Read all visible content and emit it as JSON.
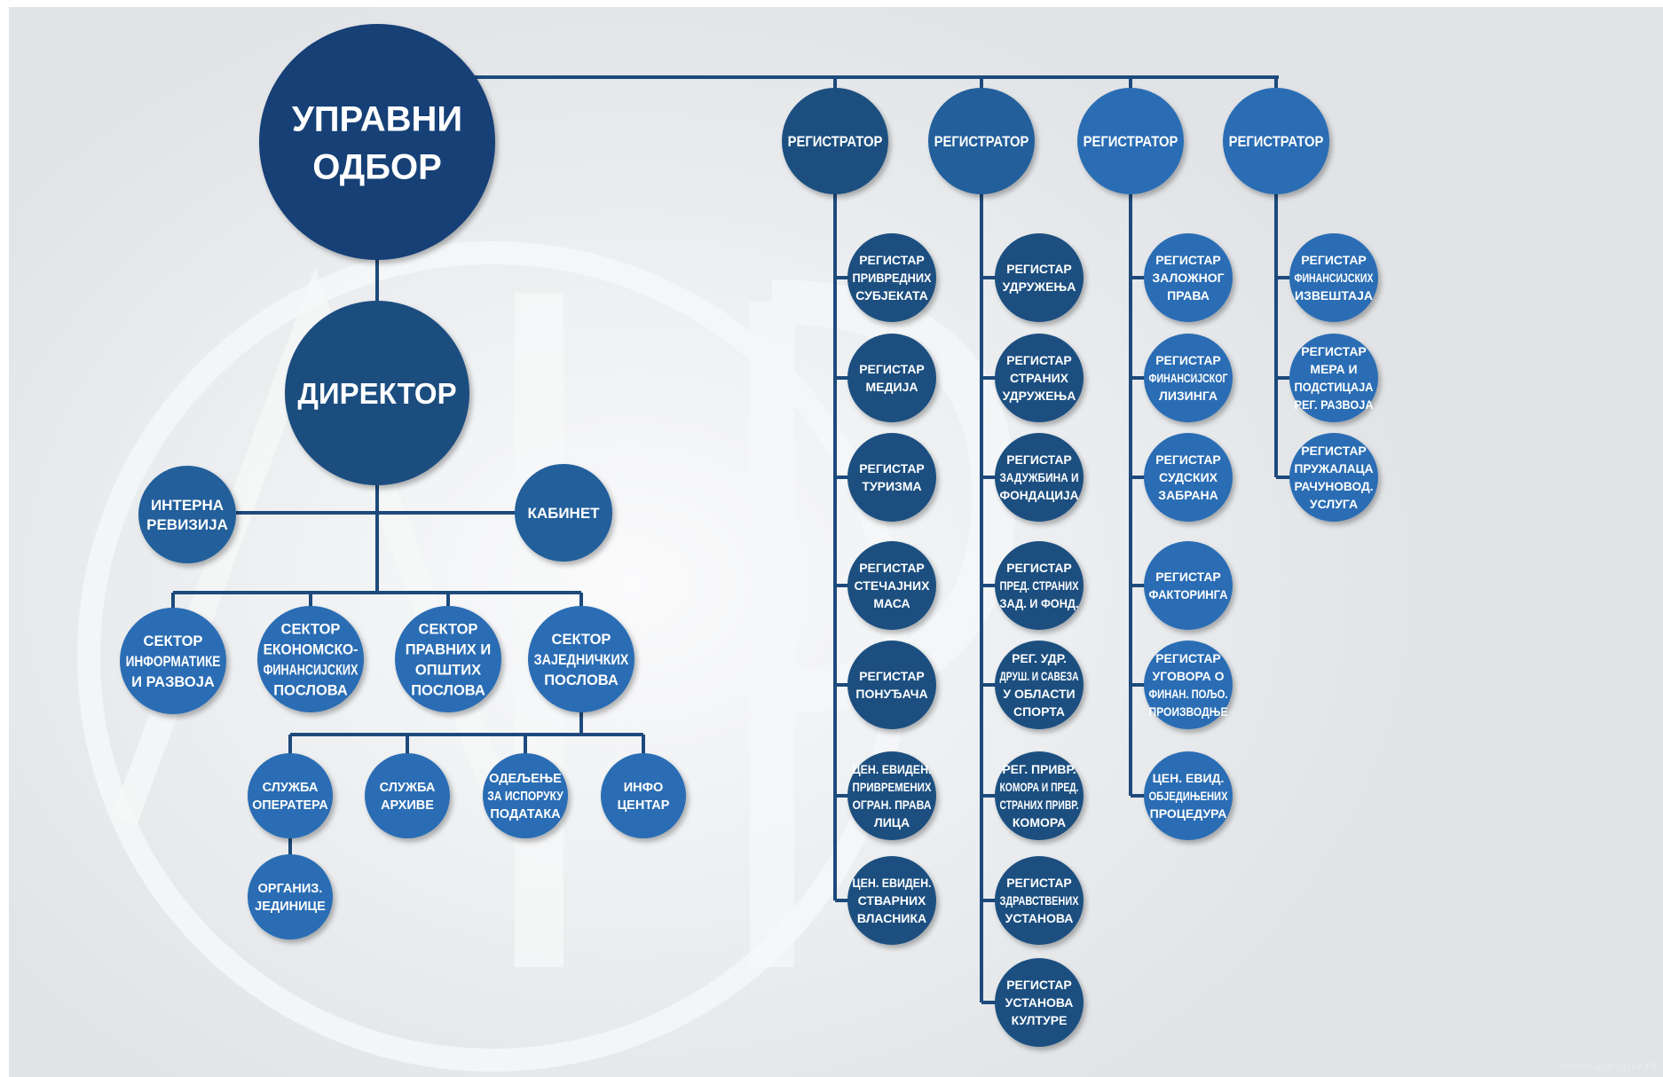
{
  "colors": {
    "line": "#1d4a7c",
    "board": "#173f76",
    "director": "#1b4d7f",
    "dark": "#1c4f80",
    "mid": "#215e9b",
    "light": "#2a6db4",
    "watermark": "#f6f7f8"
  },
  "watermark_logo": "APR",
  "site": "www.apr.gov.rs",
  "nodes": {
    "board": [
      "УПРАВНИ",
      "ОДБОР"
    ],
    "director": [
      "ДИРЕКТОР"
    ],
    "audit": [
      "ИНТЕРНА",
      "РЕВИЗИЈА"
    ],
    "cabinet": [
      "КАБИНЕТ"
    ],
    "sector_it": [
      "СЕКТОР",
      "ИНФОРМАТИКЕ",
      "И РАЗВОЈА"
    ],
    "sector_ef": [
      "СЕКТОР",
      "ЕКОНОМСКО-",
      "ФИНАНСИЈСКИХ",
      "ПОСЛОВА"
    ],
    "sector_law": [
      "СЕКТОР",
      "ПРАВНИХ И",
      "ОПШТИХ",
      "ПОСЛОВА"
    ],
    "sector_com": [
      "СЕКТОР",
      "ЗАЈЕДНИЧКИХ",
      "ПОСЛОВА"
    ],
    "svc_op": [
      "СЛУЖБА",
      "ОПЕРАТЕРА"
    ],
    "svc_arch": [
      "СЛУЖБА",
      "АРХИВЕ"
    ],
    "svc_del": [
      "ОДЕЉЕЊЕ",
      "ЗА ИСПОРУКУ",
      "ПОДАТАКА"
    ],
    "svc_info": [
      "ИНФО",
      "ЦЕНТАР"
    ],
    "svc_org": [
      "ОРГАНИЗ.",
      "ЈЕДИНИЦЕ"
    ],
    "reg1": [
      "РЕГИСТРАТОР"
    ],
    "reg2": [
      "РЕГИСТРАТОР"
    ],
    "reg3": [
      "РЕГИСТРАТОР"
    ],
    "reg4": [
      "РЕГИСТРАТОР"
    ],
    "r1_1": [
      "РЕГИСТАР",
      "ПРИВРЕДНИХ",
      "СУБЈЕКАТА"
    ],
    "r1_2": [
      "РЕГИСТАР",
      "МЕДИЈА"
    ],
    "r1_3": [
      "РЕГИСТАР",
      "ТУРИЗМА"
    ],
    "r1_4": [
      "РЕГИСТАР",
      "СТЕЧАЈНИХ",
      "МАСА"
    ],
    "r1_5": [
      "РЕГИСТАР",
      "ПОНУЂАЧА"
    ],
    "r1_6": [
      "ЦЕН. ЕВИДЕН.",
      "ПРИВРЕМЕНИХ",
      "ОГРАН. ПРАВА",
      "ЛИЦА"
    ],
    "r1_7": [
      "ЦЕН. ЕВИДЕН.",
      "СТВАРНИХ",
      "ВЛАСНИКА"
    ],
    "r2_1": [
      "РЕГИСТАР",
      "УДРУЖЕЊА"
    ],
    "r2_2": [
      "РЕГИСТАР",
      "СТРАНИХ",
      "УДРУЖЕЊА"
    ],
    "r2_3": [
      "РЕГИСТАР",
      "ЗАДУЖБИНА И",
      "ФОНДАЦИЈА"
    ],
    "r2_4": [
      "РЕГИСТАР",
      "ПРЕД. СТРАНИХ",
      "ЗАД. И ФОНД."
    ],
    "r2_5": [
      "РЕГ. УДР.",
      "ДРУШ. И САВЕЗА",
      "У ОБЛАСТИ",
      "СПОРТА"
    ],
    "r2_6": [
      "РЕГ. ПРИВР.",
      "КОМОРА И ПРЕД.",
      "СТРАНИХ ПРИВР.",
      "КОМОРА"
    ],
    "r2_7": [
      "РЕГИСТАР",
      "ЗДРАВСТВЕНИХ",
      "УСТАНОВА"
    ],
    "r2_8": [
      "РЕГИСТАР",
      "УСТАНОВА",
      "КУЛТУРЕ"
    ],
    "r3_1": [
      "РЕГИСТАР",
      "ЗАЛОЖНОГ",
      "ПРАВА"
    ],
    "r3_2": [
      "РЕГИСТАР",
      "ФИНАНСИЈСКОГ",
      "ЛИЗИНГА"
    ],
    "r3_3": [
      "РЕГИСТАР",
      "СУДСКИХ",
      "ЗАБРАНА"
    ],
    "r3_4": [
      "РЕГИСТАР",
      "ФАКТОРИНГА"
    ],
    "r3_5": [
      "РЕГИСТАР",
      "УГОВОРА О",
      "ФИНАН. ПОЉО.",
      "ПРОИЗВОДЊЕ"
    ],
    "r3_6": [
      "ЦЕН. ЕВИД.",
      "ОБЈЕДИЊЕНИХ",
      "ПРОЦЕДУРА"
    ],
    "r4_1": [
      "РЕГИСТАР",
      "ФИНАНСИЈСКИХ",
      "ИЗВЕШТАЈА"
    ],
    "r4_2": [
      "РЕГИСТАР",
      "МЕРА И",
      "ПОДСТИЦАЈА",
      "РЕГ. РАЗВОЈА"
    ],
    "r4_3": [
      "РЕГИСТАР",
      "ПРУЖАЛАЦА",
      "РАЧУНОВОД.",
      "УСЛУГА"
    ]
  }
}
